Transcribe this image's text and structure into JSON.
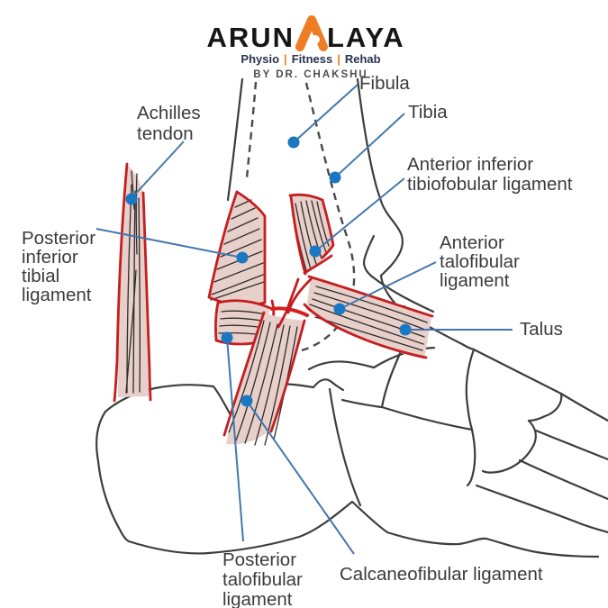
{
  "brand": {
    "name_part1": "ARUN",
    "name_part2": "LAYA",
    "tagline": {
      "p1": "Physio",
      "sep1": "|",
      "p2": "Fitness",
      "sep2": "|",
      "p3": "Rehab"
    },
    "byline": "BY DR. CHAKSHU",
    "colors": {
      "orange": "#ee7c25",
      "name_text": "#161616",
      "tagline_text": "#28334c",
      "byline_text": "#4c4c4c"
    }
  },
  "figure": {
    "subject": "Lateral ankle ligament anatomy diagram",
    "colors": {
      "leader_line": "#4377ac",
      "marker_dot": "#1a78c2",
      "ligament_fill": "#e7cfca",
      "ligament_edge": "#c41e20",
      "bone_outline": "#3d3d3d",
      "label_text": "#3b3b3b"
    },
    "labels": {
      "achilles": {
        "line1": "Achilles",
        "line2": "tendon"
      },
      "fibula": {
        "line1": "Fibula"
      },
      "tibia": {
        "line1": "Tibia"
      },
      "anterior_inferior": {
        "line1": "Anterior inferior",
        "line2": "tibiofobular ligament"
      },
      "anterior_talofibular": {
        "line1": "Anterior",
        "line2": "talofibular",
        "line3": "ligament"
      },
      "talus": {
        "line1": "Talus"
      },
      "posterior_inferior": {
        "line1": "Posterior",
        "line2": "inferior",
        "line3": "tibial",
        "line4": "ligament"
      },
      "posterior_talofibular": {
        "line1": "Posterior",
        "line2": "talofibular",
        "line3": "ligament"
      },
      "calcaneofibular": {
        "line1": "Calcaneofibular ligament"
      }
    }
  }
}
